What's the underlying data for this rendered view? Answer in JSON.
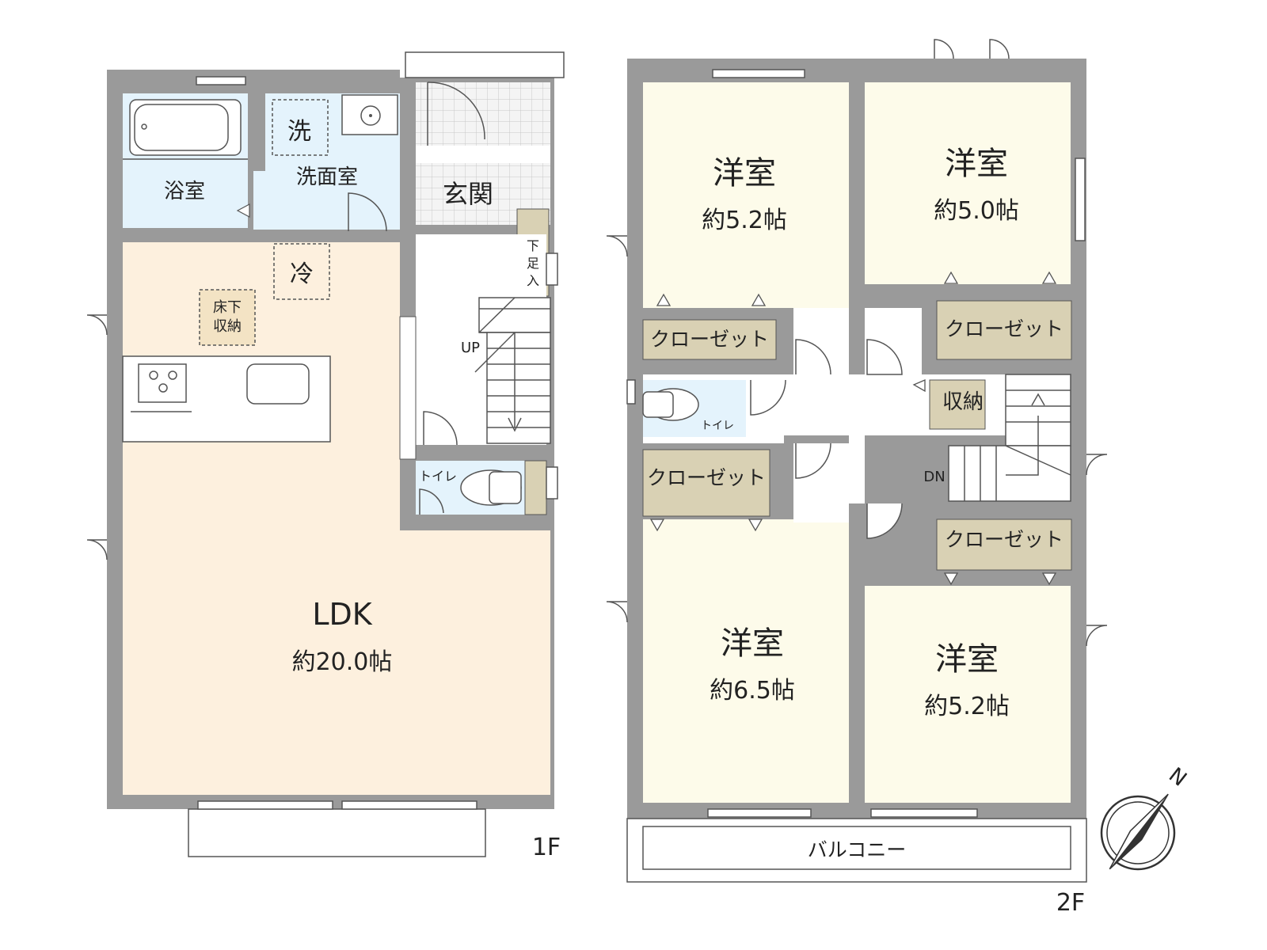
{
  "colors": {
    "wall": "#9a9a9a",
    "ldk_floor": "#fdf0de",
    "wet_floor": "#e4f3fc",
    "room_floor": "#fdfbea",
    "closet": "#d9d1b4",
    "entry_tile": "#f0f0f0",
    "outline": "#444444"
  },
  "floor1": {
    "label": "1F",
    "bathroom": "浴室",
    "washroom": "洗面室",
    "washer_mark": "洗",
    "fridge_mark": "冷",
    "underfloor_storage": "床下\n収納",
    "entrance": "玄関",
    "shoe_storage": "下\n足\n入",
    "stairs_up": "UP",
    "toilet": "トイレ",
    "ldk": {
      "name": "LDK",
      "size": "約20.0帖"
    }
  },
  "floor2": {
    "label": "2F",
    "rooms": [
      {
        "name": "洋室",
        "size": "約5.2帖"
      },
      {
        "name": "洋室",
        "size": "約5.0帖"
      },
      {
        "name": "洋室",
        "size": "約6.5帖"
      },
      {
        "name": "洋室",
        "size": "約5.2帖"
      }
    ],
    "closets": [
      "クローゼット",
      "クローゼット",
      "クローゼット",
      "クローゼット"
    ],
    "storage": "収納",
    "toilet": "トイレ",
    "stairs_down": "DN",
    "balcony": "バルコニー"
  },
  "compass": {
    "north_label": "N"
  }
}
